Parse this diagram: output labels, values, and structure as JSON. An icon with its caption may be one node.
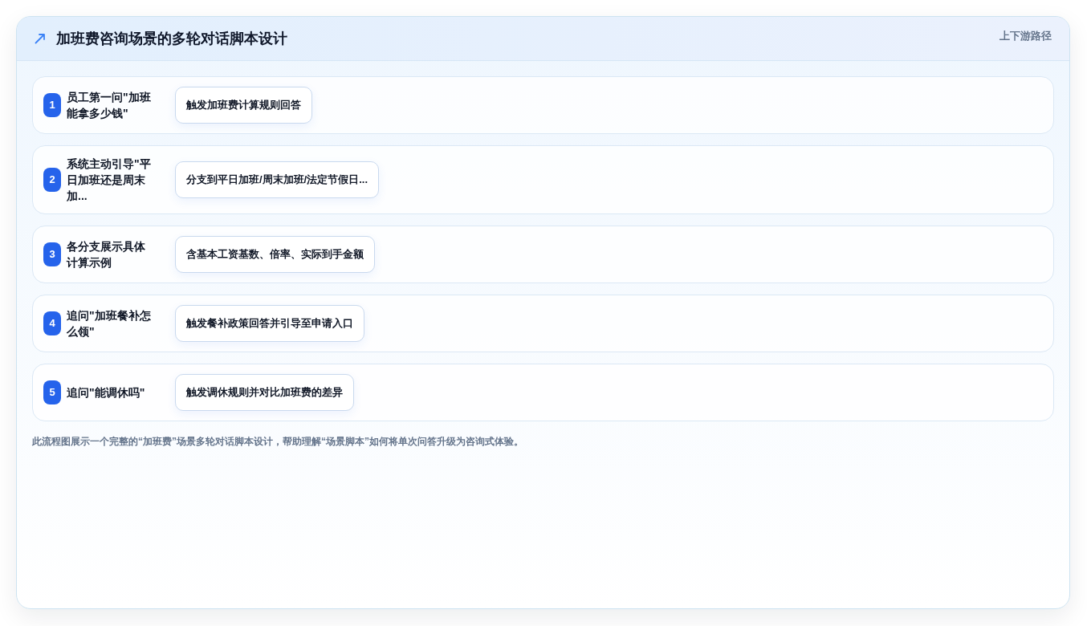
{
  "diagram": {
    "title": "加班费咨询场景的多轮对话脚本设计",
    "caption": "此流程图展示一个完整的“加班费”场景多轮对话脚本设计，帮助理解“场景脚本”如何将单次问答升级为咨询式体验。",
    "nodes": [
      {
        "text": [
          "员工第一问\"加班能拿多少钱\""
        ]
      },
      {
        "text": [
          "1"
        ],
        "in": 0
      },
      {
        "text": [
          "触发加班费计算规则回答"
        ],
        "in": 0
      },
      {
        "text": [
          "系统主动引导\"平日加班还是周末加..."
        ]
      },
      {
        "text": [
          "2"
        ],
        "in": 3
      },
      {
        "text": [
          "分支到平日加班/周末加班/法定节假日..."
        ],
        "in": 3
      },
      {
        "text": [
          "各分支展示具体计算示例"
        ]
      },
      {
        "text": [
          "3"
        ],
        "in": 6
      },
      {
        "text": [
          "含基本工资基数、倍率、实际到手金额"
        ],
        "in": 6
      },
      {
        "text": [
          "追问\"加班餐补怎么领\""
        ]
      },
      {
        "text": [
          "4"
        ],
        "in": 9
      },
      {
        "text": [
          "触发餐补政策回答并引导至申请入口"
        ],
        "in": 9
      },
      {
        "text": [
          "追问\"能调休吗\""
        ]
      },
      {
        "text": [
          "5"
        ],
        "in": 12
      },
      {
        "text": [
          "触发调休规则并对比加班费的差异"
        ],
        "in": 12
      }
    ],
    "labels": [
      "上下游路径"
    ]
  }
}
